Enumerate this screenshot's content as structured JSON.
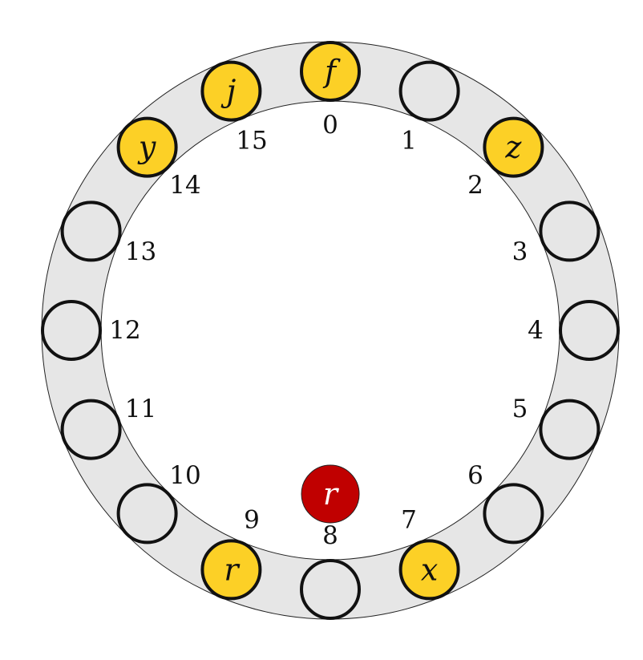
{
  "diagram": {
    "colors": {
      "ring_fill": "#e6e6e6",
      "ring_stroke": "#222222",
      "empty_node": "#e6e6e6",
      "filled_node": "#fcd026",
      "node_stroke": "#111111",
      "center_fill": "#c00000"
    },
    "slots": [
      {
        "label": "0",
        "letter": "f"
      },
      {
        "label": "1",
        "letter": ""
      },
      {
        "label": "2",
        "letter": "z"
      },
      {
        "label": "3",
        "letter": ""
      },
      {
        "label": "4",
        "letter": ""
      },
      {
        "label": "5",
        "letter": ""
      },
      {
        "label": "6",
        "letter": ""
      },
      {
        "label": "7",
        "letter": "x"
      },
      {
        "label": "8",
        "letter": ""
      },
      {
        "label": "9",
        "letter": "r"
      },
      {
        "label": "10",
        "letter": ""
      },
      {
        "label": "11",
        "letter": ""
      },
      {
        "label": "12",
        "letter": ""
      },
      {
        "label": "13",
        "letter": ""
      },
      {
        "label": "14",
        "letter": "y"
      },
      {
        "label": "15",
        "letter": "j"
      }
    ],
    "center": {
      "letter": "r"
    }
  }
}
